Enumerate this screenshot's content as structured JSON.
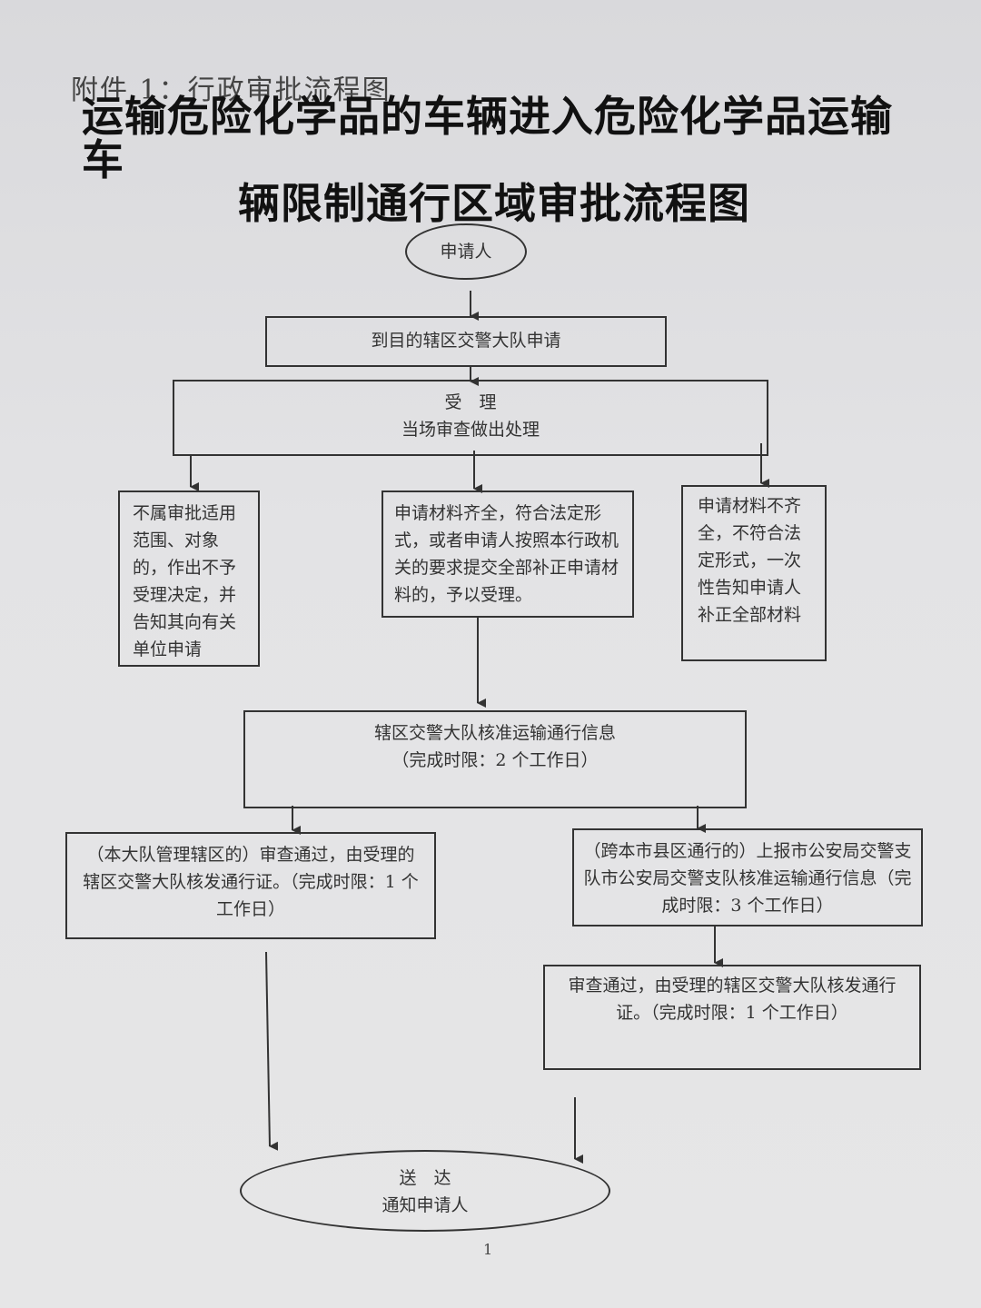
{
  "header": {
    "attachment_label": "附件 1：行政审批流程图",
    "title_line1": "运输危险化学品的车辆进入危险化学品运输车",
    "title_line2": "辆限制通行区域审批流程图"
  },
  "nodes": {
    "applicant": "申请人",
    "apply": "到目的辖区交警大队申请",
    "accept_title": "受　理",
    "accept_sub": "当场审查做出处理",
    "reject": "不属审批适用范围、对象的，作出不予受理决定，并告知其向有关单位申请",
    "accept_ok": "申请材料齐全，符合法定形式，或者申请人按照本行政机关的要求提交全部补正申请材料的，予以受理。",
    "incomplete": "申请材料不齐全，不符合法定形式，一次性告知申请人补正全部材料",
    "verify_title": "辖区交警大队核准运输通行信息",
    "verify_limit": "（完成时限：2 个工作日）",
    "local_pass": "（本大队管理辖区的）审查通过，由受理的辖区交警大队核发通行证。（完成时限：1 个工作日）",
    "cross_report": "（跨本市县区通行的）上报市公安局交警支队市公安局交警支队核准运输通行信息（完成时限：3 个工作日）",
    "cross_pass": "审查通过，由受理的辖区交警大队核发通行证。（完成时限：1 个工作日）",
    "deliver_title": "送　达",
    "deliver_sub": "通知申请人"
  },
  "page_number": "1"
}
